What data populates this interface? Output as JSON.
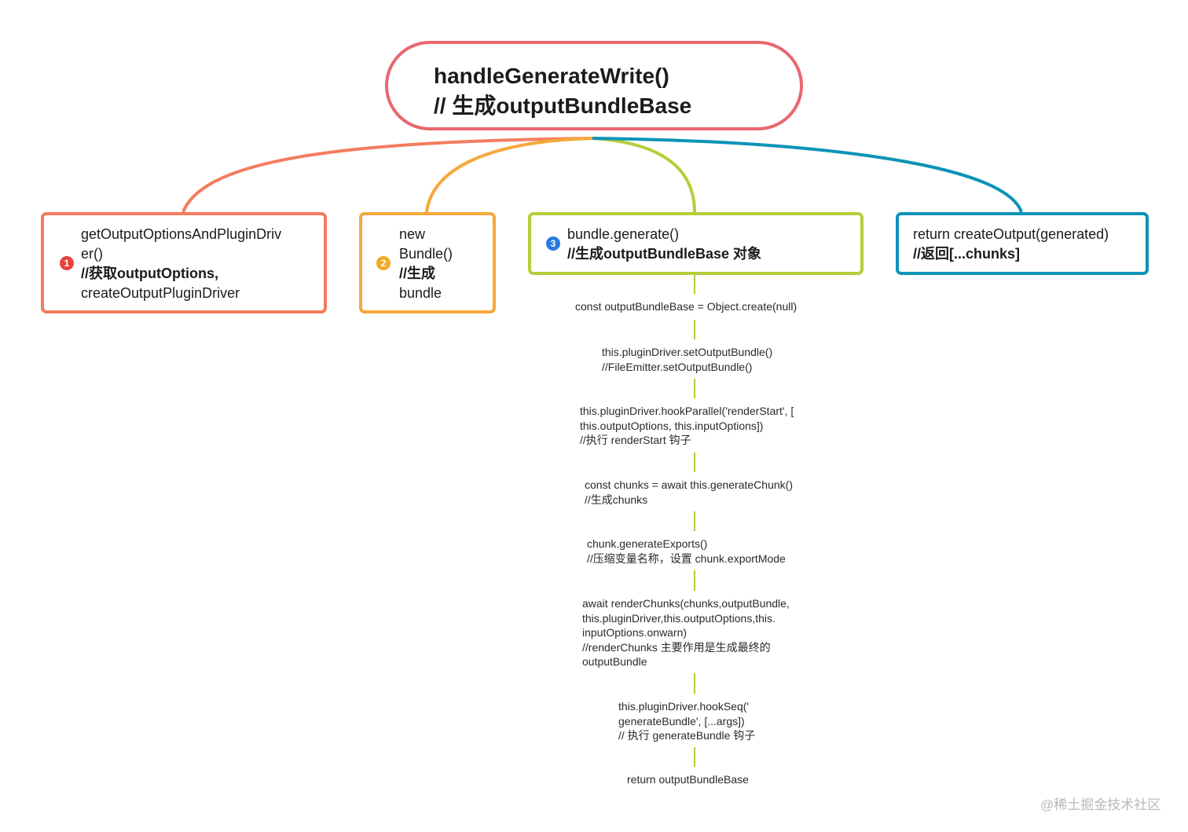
{
  "root": {
    "line1": "handleGenerateWrite()",
    "line2": "// 生成outputBundleBase"
  },
  "nodes": [
    {
      "badge": "1",
      "lines": [
        "getOutputOptionsAndPluginDriv",
        "er()",
        "//获取outputOptions,",
        "createOutputPluginDriver"
      ]
    },
    {
      "badge": "2",
      "lines": [
        "new",
        "Bundle()",
        "//生成",
        "bundle"
      ]
    },
    {
      "badge": "3",
      "lines": [
        "bundle.generate()",
        "//生成outputBundleBase 对象"
      ]
    },
    {
      "lines": [
        "return createOutput(generated)",
        "//返回[...chunks]"
      ]
    }
  ],
  "steps": [
    {
      "lines": [
        "const outputBundleBase = Object.create(null)"
      ]
    },
    {
      "lines": [
        "this.pluginDriver.setOutputBundle()",
        "//FileEmitter.setOutputBundle()"
      ]
    },
    {
      "lines": [
        "this.pluginDriver.hookParallel('renderStart', [",
        "this.outputOptions, this.inputOptions])",
        "//执行 renderStart 钩子"
      ]
    },
    {
      "lines": [
        "const chunks = await this.generateChunk()",
        "//生成chunks"
      ]
    },
    {
      "lines": [
        "chunk.generateExports()",
        "//压缩变量名称，设置 chunk.exportMode"
      ]
    },
    {
      "lines": [
        "await renderChunks(chunks,outputBundle,",
        "this.pluginDriver,this.outputOptions,this.",
        "inputOptions.onwarn)",
        "//renderChunks 主要作用是生成最终的",
        "outputBundle"
      ]
    },
    {
      "lines": [
        "this.pluginDriver.hookSeq('",
        "generateBundle', [...args])",
        "// 执行 generateBundle 钩子"
      ]
    },
    {
      "lines": [
        "return outputBundleBase"
      ]
    }
  ],
  "watermark": "@稀土掘金技术社区",
  "colors": {
    "root": "#e8676e",
    "branch1": "#f47c5e",
    "branch2": "#f6a83a",
    "branch3": "#b6cd3a",
    "branch4": "#0c93b7",
    "badge1": "#e8423f",
    "badge2": "#f3a827",
    "badge3": "#2a7ae4"
  }
}
